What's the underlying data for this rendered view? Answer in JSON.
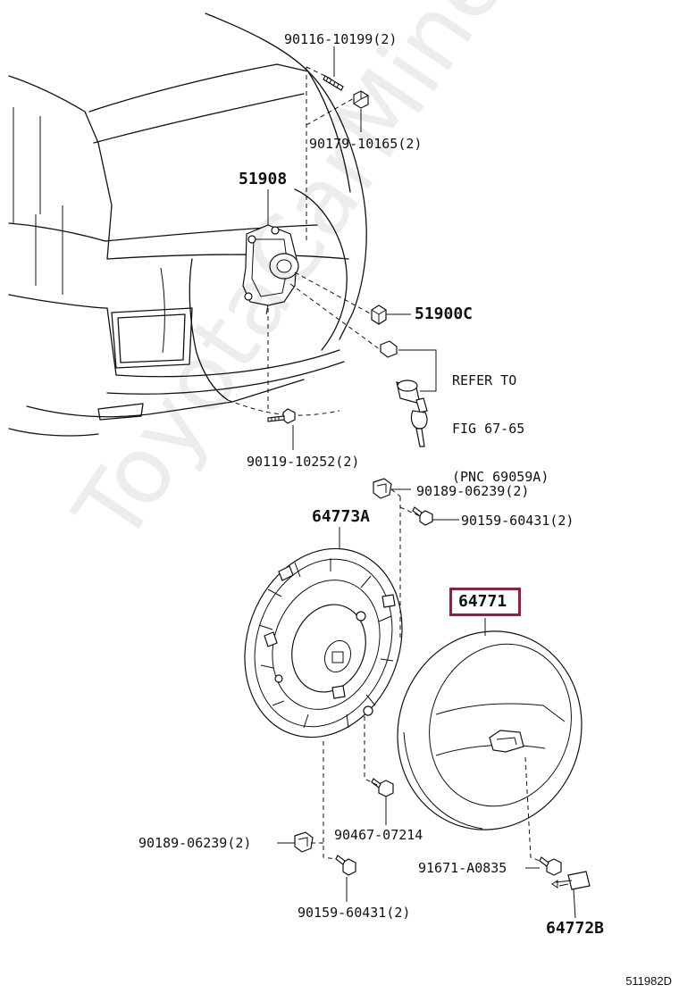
{
  "labels": {
    "p90116": "90116-10199(2)",
    "p90179": "90179-10165(2)",
    "p51908": "51908",
    "p51900C": "51900C",
    "p90119": "90119-10252(2)",
    "p90189_top": "90189-06239(2)",
    "p90159_top": "90159-60431(2)",
    "p64773A": "64773A",
    "p64771": "64771",
    "p90467": "90467-07214",
    "p90189_bottom": "90189-06239(2)",
    "p91671": "91671-A0835",
    "p90159_bottom": "90159-60431(2)",
    "p64772B": "64772B"
  },
  "refer": {
    "line1": "REFER TO",
    "line2": "FIG 67-65",
    "line3": "(PNC 69059A)"
  },
  "watermark": "ToyotaCarMine.ru",
  "figure_code": "511982D",
  "colors": {
    "highlight": "#9b1b3b",
    "ink": "#111111"
  }
}
